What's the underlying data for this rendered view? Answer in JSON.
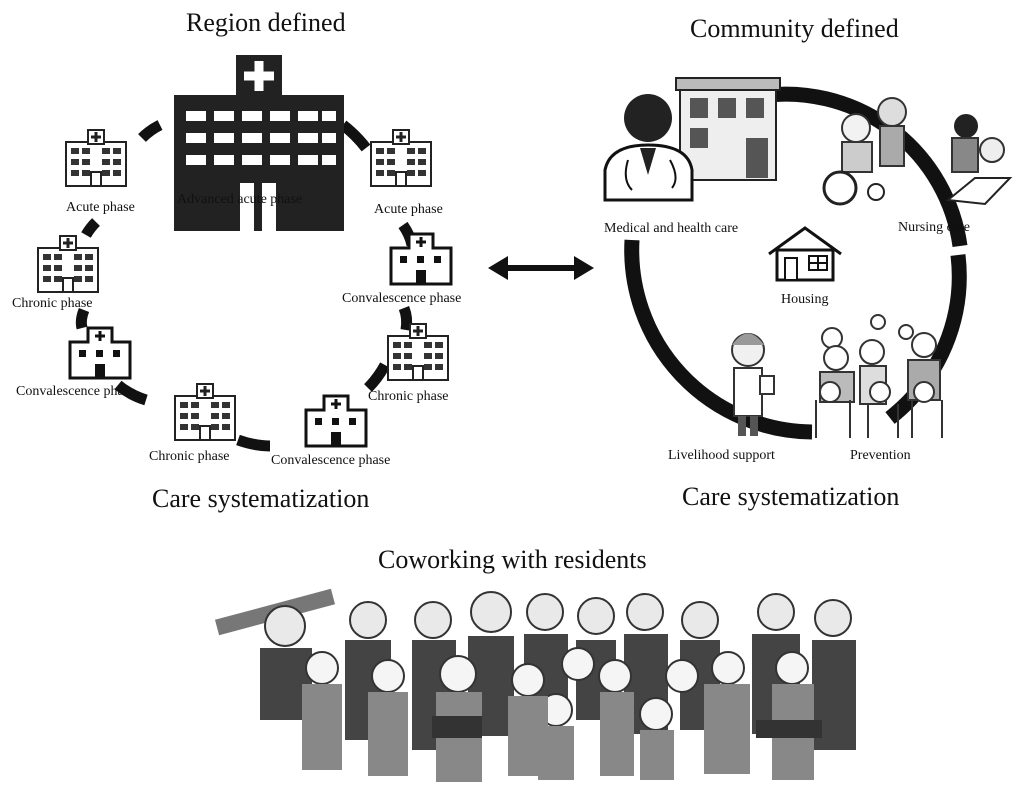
{
  "left_panel": {
    "title": "Region defined",
    "footer": "Care systematization",
    "facilities": [
      {
        "label": "Advanced acute phase",
        "icon": "large-hospital-icon"
      },
      {
        "label": "Acute phase",
        "icon": "hospital-building-icon"
      },
      {
        "label": "Acute phase",
        "icon": "hospital-building-icon"
      },
      {
        "label": "Chronic phase",
        "icon": "hospital-building-icon"
      },
      {
        "label": "Convalescence phase",
        "icon": "clinic-icon"
      },
      {
        "label": "Convalescence phase",
        "icon": "clinic-icon"
      },
      {
        "label": "Chronic phase",
        "icon": "hospital-building-icon"
      },
      {
        "label": "Chronic phase",
        "icon": "hospital-building-icon"
      },
      {
        "label": "Convalescence phase",
        "icon": "clinic-icon"
      }
    ]
  },
  "connector": {
    "icon": "double-arrow-icon"
  },
  "right_panel": {
    "title": "Community defined",
    "footer": "Care systematization",
    "elements": [
      {
        "label": "Medical and health care",
        "icon": "doctor-and-clinic-icon"
      },
      {
        "label": "Nursing care",
        "icon": "caregiver-icon"
      },
      {
        "label": "Housing",
        "icon": "house-icon"
      },
      {
        "label": "Livelihood support",
        "icon": "support-worker-icon"
      },
      {
        "label": "Prevention",
        "icon": "exercise-group-icon"
      }
    ]
  },
  "bottom": {
    "title": "Coworking with residents",
    "icon": "residents-group-icon"
  }
}
